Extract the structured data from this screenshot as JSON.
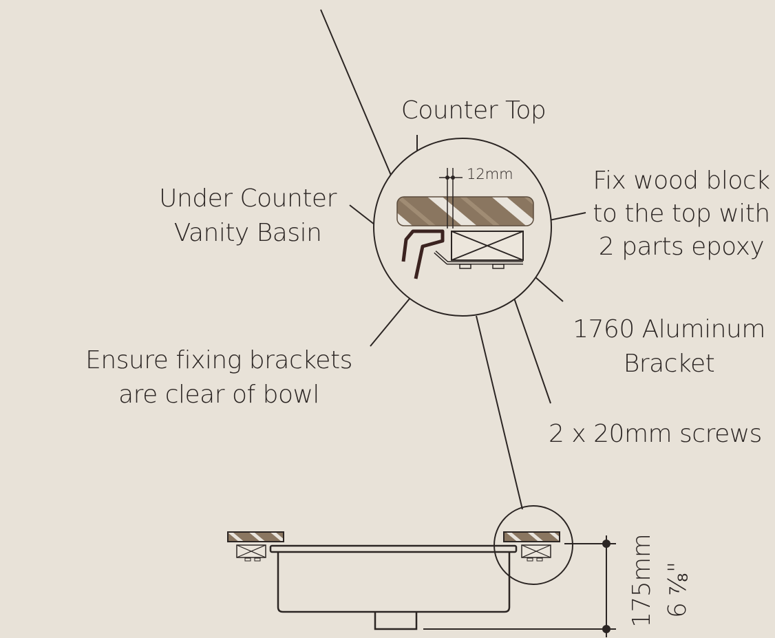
{
  "labels": {
    "counter_top": "Counter Top",
    "basin_line1": "Under Counter",
    "basin_line2": "Vanity Basin",
    "fix_line1": "Fix wood block",
    "fix_line2": "to the top with",
    "fix_line3": "2 parts epoxy",
    "bracket_line1": "1760 Aluminum",
    "bracket_line2": "Bracket",
    "clear_line1": "Ensure fixing brackets",
    "clear_line2": "are clear of bowl",
    "screws": "2 x 20mm screws",
    "gap": "12mm",
    "height_mm": "175mm",
    "height_in": "6 ⁷⁄₈\""
  },
  "colors": {
    "background": "#e8e2d8",
    "line": "#2b2523",
    "wood": "#8a7660",
    "bracket": "#3b2320"
  }
}
